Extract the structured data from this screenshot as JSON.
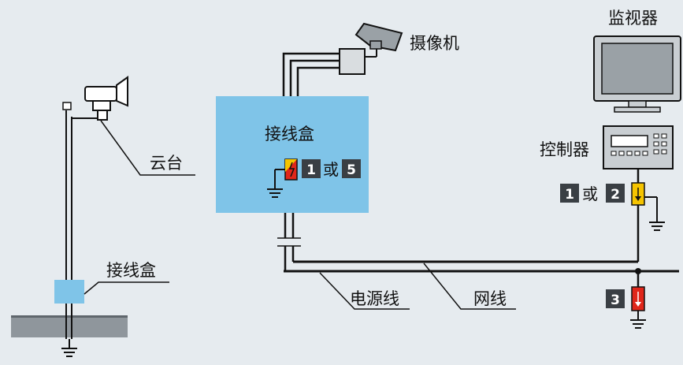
{
  "labels": {
    "camera": "摄像机",
    "monitor": "监视器",
    "controller": "控制器",
    "junction_box_main": "接线盒",
    "junction_box_pole": "接线盒",
    "pan_tilt": "云台",
    "power_line": "电源线",
    "network_line": "网线"
  },
  "badges": {
    "box_a": "1",
    "box_or": "或",
    "box_b": "5",
    "ctrl_a": "1",
    "ctrl_or": "或",
    "ctrl_b": "2",
    "line": "3"
  },
  "colors": {
    "background": "#e6ebef",
    "junction_box": "#7fc4e8",
    "badge": "#3a3f44",
    "spd_yellow": "#f5c400",
    "spd_red": "#e0261a",
    "ground_plane": "#8f969c",
    "wire": "#111111"
  }
}
